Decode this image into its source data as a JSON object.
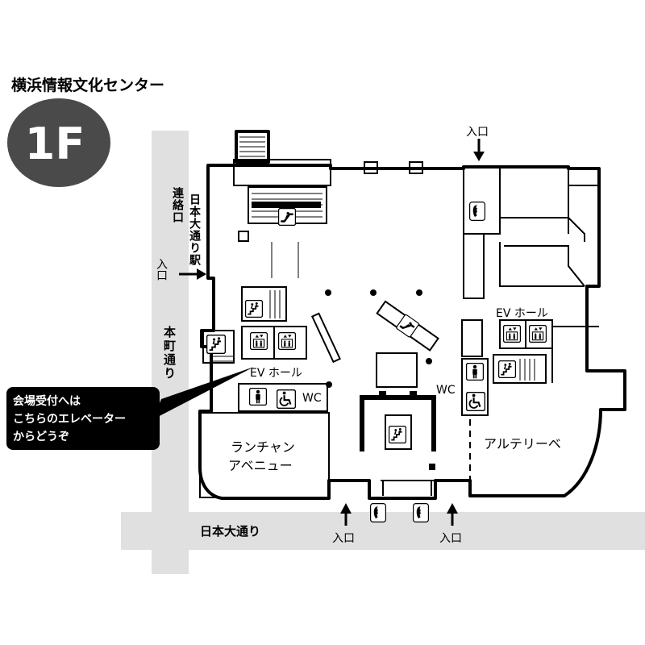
{
  "building": {
    "title": "横浜情報文化センター",
    "floor": "1F"
  },
  "streets": {
    "right_top": "日本大通り駅",
    "right_sub": "連絡口",
    "main_left": "本町通り",
    "bottom": "日本大通り"
  },
  "entrances": {
    "label": "入口"
  },
  "rooms": {
    "ev_hall": "EV ホール",
    "wc": "WC",
    "restaurant_a": [
      "ランチャン",
      "アベニュー"
    ],
    "restaurant_b": "アルテリーベ"
  },
  "callout": {
    "lines": [
      "会場受付へは",
      "こちらのエレベーター",
      "からどうぞ"
    ]
  },
  "icons": [
    "escalator-icon",
    "elevator-icon",
    "stairs-icon",
    "restroom-icon",
    "accessible-icon",
    "phone-icon"
  ],
  "colors": {
    "street": "#e0e0e0",
    "badge": "#4a4a4a",
    "callout": "#000000"
  }
}
